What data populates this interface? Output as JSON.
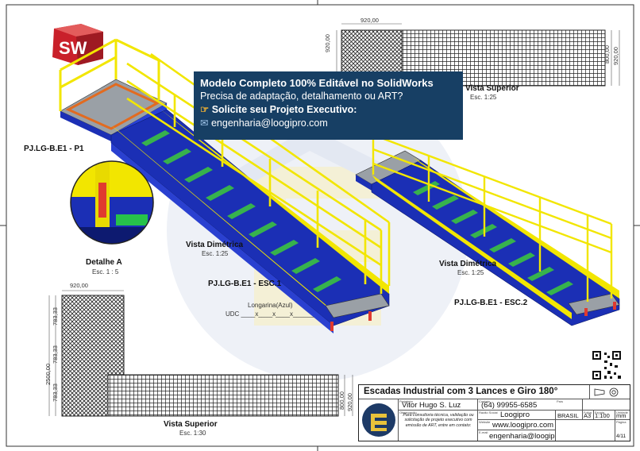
{
  "brand": {
    "logo_letters": "SW"
  },
  "promo": {
    "line1": "Modelo Completo 100% Editável no SolidWorks",
    "line2": "Precisa de adaptação, detalhamento ou ART?",
    "line3": "Solicite seu Projeto Executivo:",
    "line3_icon": "pointing-hand-icon",
    "line4": "engenharia@loogipro.com",
    "line4_icon": "email-icon"
  },
  "views": {
    "top_plan_top": {
      "title": "Vista Superior",
      "scale": "Esc. 1:25",
      "width_dim": "920,00",
      "left_dim": "920,00",
      "right_dim_a": "800,00",
      "right_dim_b": "920,00"
    },
    "detail_a": {
      "title": "Detalhe A",
      "scale": "Esc. 1 : 5",
      "ref": "PJ.LG-B.E1 - P1"
    },
    "dimetric_left": {
      "title": "Vista Dimétrica",
      "scale": "Esc. 1:25",
      "ref": "PJ.LG-B.E1 - ESC.1",
      "note_line1": "Longarina(Azul)",
      "note_line2": "UDC ____x____x____x______"
    },
    "dimetric_right": {
      "title": "Vista Dimétrica",
      "scale": "Esc. 1:25",
      "ref": "PJ.LG-B.E1 - ESC.2"
    },
    "top_plan_bottom": {
      "title": "Vista Superior",
      "scale": "Esc. 1:30",
      "width_dim": "920,00",
      "side_dims": [
        "783,33",
        "783,33",
        "783,33"
      ],
      "total_dim": "2500,00",
      "right_dim_a": "800,00",
      "right_dim_b": "920,00"
    }
  },
  "title_block": {
    "title": "Escadas Industrial com 3 Lances e Giro 180°",
    "projetista_caption": "Projetista",
    "projetista": "Vitor Hugo S. Luz",
    "contato_caption": "Contato",
    "contato": "(64) 99955-6585",
    "razao_caption": "Razão Social",
    "razao": "Loogipro",
    "website_caption": "Website",
    "website": "www.loogipro.com",
    "email_caption": "E-mail",
    "email": "engenharia@loogipro.com",
    "obs_caption": "Observação",
    "observacao": "Para consultoria técnica, validação ou solicitação de projeto executivo com emissão de ART, entre em contato:",
    "pais_caption": "País",
    "pais": "BRASIL",
    "folha_caption": "Folha",
    "folha": "A3",
    "escala_caption": "Escala",
    "escala": "1:100",
    "unidade_caption": "Unidade",
    "unidade": "mm",
    "pagina_caption": "Página",
    "pagina": "4/11"
  },
  "colors": {
    "blue": "#1b2fb5",
    "yellow": "#f2e600",
    "green": "#27c24a",
    "navy": "#173f64",
    "accent_red": "#e03a2f"
  }
}
